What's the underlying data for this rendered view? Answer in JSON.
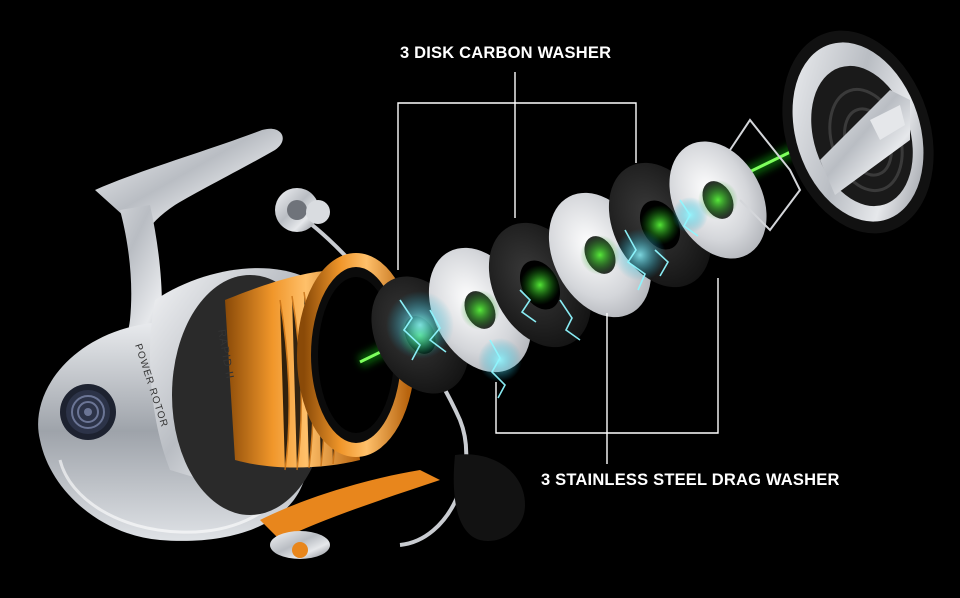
{
  "labels": {
    "carbon_washer": "3 DISK CARBON WASHER",
    "steel_washer": "3 STAINLESS STEEL DRAG WASHER"
  },
  "reel_branding": {
    "spool_text": "RAPID II",
    "rotor_text": "POWER ROTOR"
  },
  "colors": {
    "background": "#000000",
    "spool_orange": "#e8861c",
    "laser_green": "#39ff2e",
    "lightning_cyan": "#3ff0ff",
    "frame_silver": "#c9ccd1",
    "carbon_black": "#1a1a1a",
    "steel_silver": "#d8dade",
    "callout_lines": "#ffffff"
  }
}
